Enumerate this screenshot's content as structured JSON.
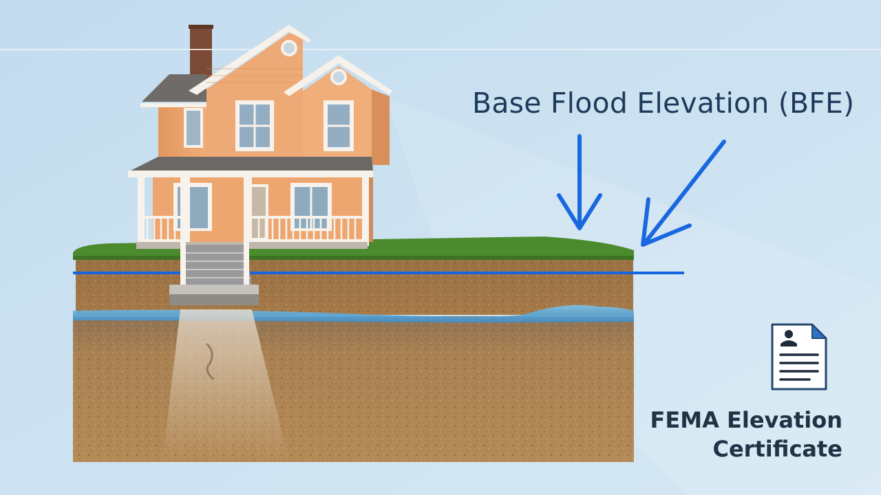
{
  "labels": {
    "bfe": "Base Flood Elevation (BFE)",
    "certificate_line1": "FEMA Elevation",
    "certificate_line2": "Certificate"
  },
  "icons": {
    "bfe_arrows": "arrow-down-icon",
    "certificate": "document-icon"
  },
  "colors": {
    "background": "#c7dff0",
    "bfe_line": "#1565e0",
    "house_siding": "#eeaa76",
    "grass": "#4a8a2c",
    "soil": "#a77a48",
    "water": "#4fa3d8",
    "text": "#1e3a5a"
  }
}
